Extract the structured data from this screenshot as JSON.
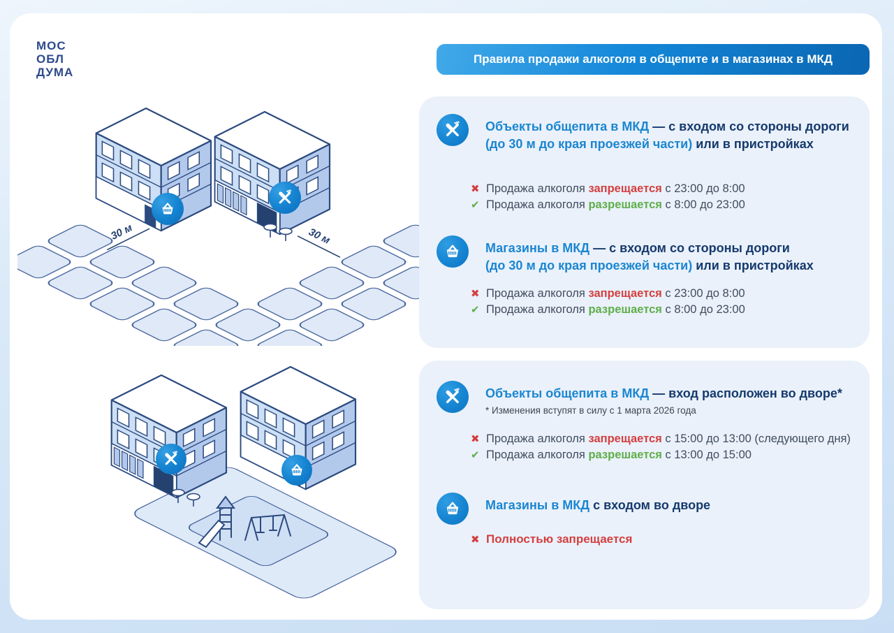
{
  "logo": {
    "line1": "МОС",
    "line2": "ОБЛ",
    "line3": "ДУМА"
  },
  "banner": {
    "title": "Правила продажи алкоголя в общепите и в магазинах в МКД"
  },
  "marks": {
    "cross": "✖",
    "check": "✔"
  },
  "colors": {
    "accent_blue": "#1b86d1",
    "heading_navy": "#163a6d",
    "forbidden_red": "#d43f3f",
    "allowed_green": "#5fae4a",
    "panel_bg": "#eaf1fa",
    "badge_blue": "#1685d2",
    "logo_navy": "#2d4a8c"
  },
  "illustration_top": {
    "label_left": "30 м",
    "label_right": "30 м"
  },
  "blocks": [
    {
      "icon": "restaurant",
      "h_blue_1": "Объекты общепита в МКД",
      "h_navy_1": " — с входом со стороны дороги",
      "h_blue_2": "(до 30 м до края проезжей части)",
      "h_navy_2": " или в пристройках",
      "rules": [
        {
          "pre": "Продажа алкоголя ",
          "verb": "запрещается",
          "post": " с 23:00 до 8:00"
        },
        {
          "pre": "Продажа алкоголя ",
          "verb": "разрешается",
          "post": " с 8:00 до 23:00"
        }
      ]
    },
    {
      "icon": "basket",
      "h_blue_1": "Магазины в МКД",
      "h_navy_1": " — с входом со стороны дороги",
      "h_blue_2": "(до 30 м до края проезжей части)",
      "h_navy_2": " или в пристройках",
      "rules": [
        {
          "pre": "Продажа алкоголя ",
          "verb": "запрещается",
          "post": " с 23:00 до 8:00"
        },
        {
          "pre": "Продажа алкоголя ",
          "verb": "разрешается",
          "post": " с 8:00 до 23:00"
        }
      ]
    },
    {
      "icon": "restaurant",
      "h_blue_1": "Объекты общепита в МКД",
      "h_navy_1": " — вход расположен во дворе*",
      "footnote": "* Изменения вступят в силу с 1 марта 2026 года",
      "rules": [
        {
          "pre": "Продажа алкоголя ",
          "verb": "запрещается",
          "post": " с 15:00 до 13:00 (следующего дня)"
        },
        {
          "pre": "Продажа алкоголя ",
          "verb": "разрешается",
          "post": " с 13:00 до 15:00"
        }
      ]
    },
    {
      "icon": "basket",
      "h_blue_1": "Магазины в МКД",
      "h_navy_1": " с входом во дворе",
      "ban": "Полностью запрещается"
    }
  ]
}
